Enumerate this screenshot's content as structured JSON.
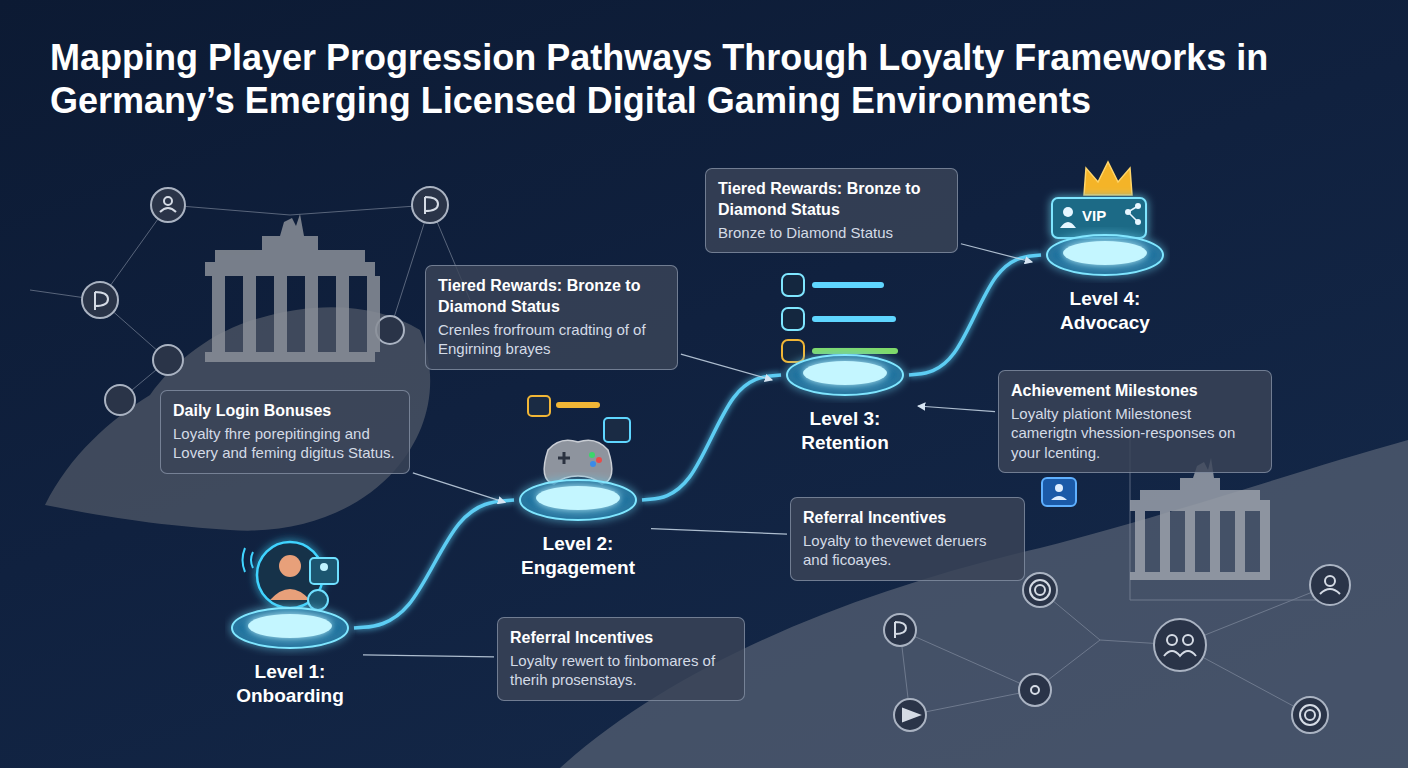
{
  "diagram": {
    "title": "Mapping Player Progression Pathways Through Loyalty Frameworks in Germany’s Emerging Licensed Digital Gaming Environments",
    "nodes": [
      {
        "text": [
          "Tiered Rewards: Bronze to Diamond Status",
          "Bronze to Diamond Status"
        ]
      },
      {
        "text": [
          "Level 4: Advocacy"
        ]
      },
      {
        "text": [
          "Tiered Rewards: Bronze to Diamond Status",
          "Crenles frorfroum cradting of of Engirning brayes"
        ]
      },
      {
        "text": [
          "Level 3: Retention"
        ]
      },
      {
        "text": [
          "Achievement Milestones",
          "Loyalty plationt Milestonest camerigtn vhession-responses on your lcenting."
        ]
      },
      {
        "text": [
          "Daily Login Bonuses",
          "Loyalty fhre porepitinging and Lovery and feming digitus Status."
        ]
      },
      {
        "text": [
          "Level 2: Engagement"
        ]
      },
      {
        "text": [
          "Referral Incentives",
          "Loyalty to thevewet deruers and ficoayes."
        ]
      },
      {
        "text": [
          "Level 1: Onboarding"
        ]
      },
      {
        "text": [
          "Referral Incentives",
          "Loyalty rewert to finbomares of therih prosenstays."
        ]
      }
    ],
    "edges": [
      {
        "from": 8,
        "to": 6,
        "arrow": "none"
      },
      {
        "from": 6,
        "to": 3,
        "arrow": "none"
      },
      {
        "from": 3,
        "to": 1,
        "arrow": "none"
      },
      {
        "from": 0,
        "to": 1,
        "arrow": "to"
      },
      {
        "from": 2,
        "to": 3,
        "arrow": "to"
      },
      {
        "from": 4,
        "to": 3,
        "arrow": "to"
      },
      {
        "from": 5,
        "to": 6,
        "arrow": "to"
      },
      {
        "from": 6,
        "to": 7,
        "arrow": "none"
      },
      {
        "from": 8,
        "to": 9,
        "arrow": "none"
      }
    ],
    "labels": [
      "VIP"
    ]
  }
}
